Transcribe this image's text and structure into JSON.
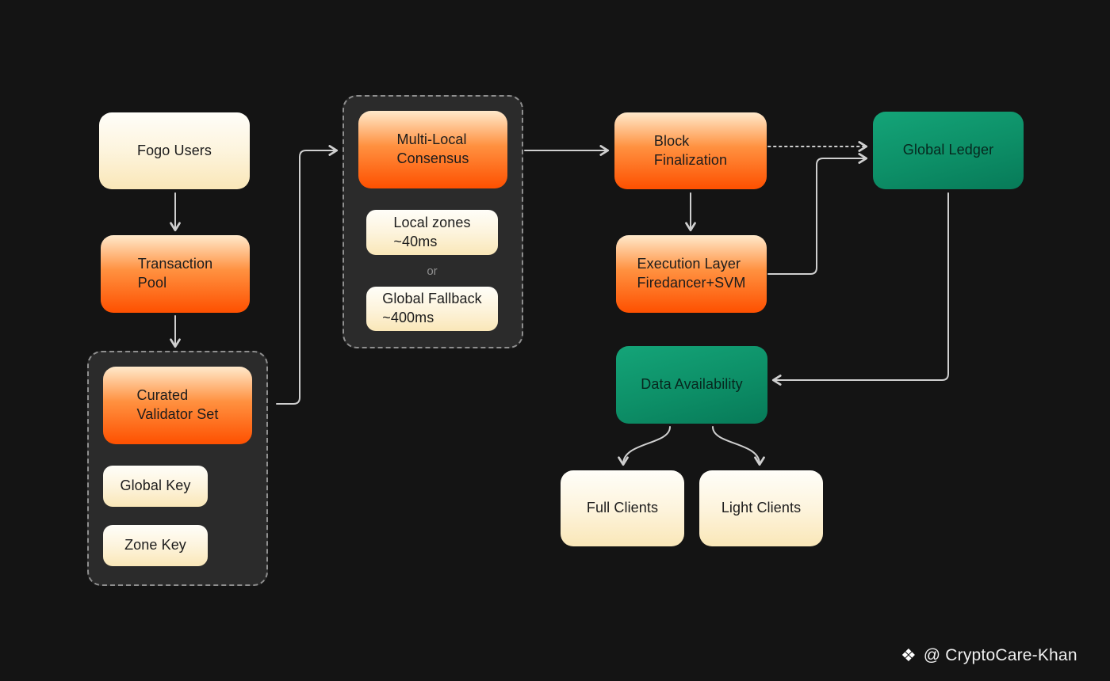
{
  "colors": {
    "background": "#141414",
    "group_background": "#2b2b2b",
    "group_border": "#8f8f8f",
    "arrow": "#cfcfcf",
    "cream_top": "#fffef9",
    "cream_bottom": "#fae7b8",
    "orange_top": "#ffe9cb",
    "orange_bottom": "#fe5000",
    "green_top": "#14a478",
    "green_bottom": "#077a58",
    "text_dark": "#1c1c1c",
    "text_on_green": "#07271e"
  },
  "nodes": {
    "fogo_users": {
      "label": "Fogo Users"
    },
    "transaction_pool": {
      "label": "Transaction\nPool"
    },
    "curated_validator_set": {
      "label": "Curated\nValidator Set"
    },
    "global_key": {
      "label": "Global Key"
    },
    "zone_key": {
      "label": "Zone Key"
    },
    "multi_local_consensus": {
      "label": "Multi-Local\nConsensus"
    },
    "local_zones": {
      "label": "Local zones\n~40ms"
    },
    "or_label": {
      "label": "or"
    },
    "global_fallback": {
      "label": "Global Fallback\n~400ms"
    },
    "block_finalization": {
      "label": "Block\nFinalization"
    },
    "global_ledger": {
      "label": "Global Ledger"
    },
    "execution_layer": {
      "label": "Execution Layer\nFiredancer+SVM"
    },
    "data_availability": {
      "label": "Data Availability"
    },
    "full_clients": {
      "label": "Full Clients"
    },
    "light_clients": {
      "label": "Light Clients"
    }
  },
  "edges": [
    {
      "from": "fogo_users",
      "to": "transaction_pool",
      "style": "solid"
    },
    {
      "from": "transaction_pool",
      "to": "curated_validator_set",
      "style": "solid"
    },
    {
      "from": "curated_validator_set",
      "to": "multi_local_consensus",
      "style": "solid"
    },
    {
      "from": "multi_local_consensus",
      "to": "block_finalization",
      "style": "solid"
    },
    {
      "from": "block_finalization",
      "to": "global_ledger",
      "style": "dotted"
    },
    {
      "from": "block_finalization",
      "to": "execution_layer",
      "style": "solid"
    },
    {
      "from": "execution_layer",
      "to": "global_ledger",
      "style": "solid"
    },
    {
      "from": "global_ledger",
      "to": "data_availability",
      "style": "solid"
    },
    {
      "from": "data_availability",
      "to": "full_clients",
      "style": "solid"
    },
    {
      "from": "data_availability",
      "to": "light_clients",
      "style": "solid"
    }
  ],
  "footer": {
    "icon": "❖",
    "handle": "@ CryptoCare-Khan"
  }
}
